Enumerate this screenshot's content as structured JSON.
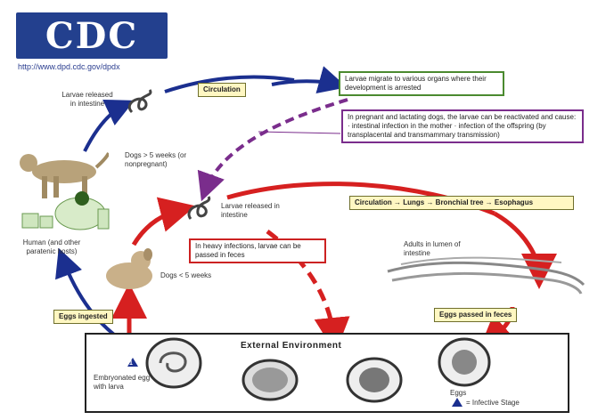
{
  "header": {
    "logo_text": "CDC",
    "url": "http://www.dpd.cdc.gov/dpdx"
  },
  "nodes": {
    "larvae_released_intestine": "Larvae released in intestine",
    "circulation": "Circulation",
    "larvae_migrate": "Larvae migrate to various organs where their development is arrested",
    "pregnant_dogs": "In pregnant and lactating dogs, the larvae can be reactivated and cause: · intestinal infection in the mother · infection of the offspring (by transplacental and transmammary transmission)",
    "dogs_over_5_weeks": "Dogs > 5 weeks (or nonpregnant)",
    "human": "Human (and other paratenic hosts)",
    "larvae_released_intestine_2": "Larvae released in intestine",
    "circulation_lungs": "Circulation → Lungs → Bronchial tree → Esophagus",
    "heavy_infections": "In heavy infections, larvae can be passed in feces",
    "dogs_under_5_weeks": "Dogs < 5 weeks",
    "adults_lumen": "Adults in lumen of intestine",
    "eggs_passed_feces": "Eggs passed in feces",
    "eggs_ingested": "Eggs ingested",
    "external_environment": "External Environment",
    "embryonated_egg": "Embryonated egg with larva",
    "eggs": "Eggs",
    "infective_stage": "= Infective Stage",
    "stage_number": "1"
  },
  "colors": {
    "blue_arrow": "#1b2f8f",
    "red_arrow": "#d62020",
    "purple_arrow": "#7a2d8c",
    "yellow_box": "#fff7c2",
    "green_border": "#4b8a2f"
  }
}
